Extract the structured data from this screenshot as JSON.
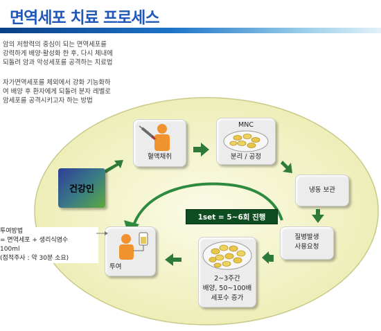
{
  "title": "면역세포 치료 프로세스",
  "description": {
    "paragraph1": [
      "암의 저항력의 중심이 되는 면역세포를",
      "강력하게 배양·활성화 한 후, 다시 체내에",
      "되돌려 암과 악성세포를 공격하는 치료법"
    ],
    "paragraph2": [
      "자가면역세포를 체외에서 강화 기능화하",
      "여 배양 후 환자에게 되돌려 분자 레벨로",
      "암세포를 공격시키고자 하는 방법"
    ]
  },
  "steps": {
    "healthy": "건강인",
    "blood": "혈액채취",
    "mnc_top": "MNC",
    "mnc_bottom": "분리 / 공정",
    "frozen": "냉동 보관",
    "disease": [
      "질병발생",
      "사용요청"
    ],
    "culture": [
      "2~3주간",
      "배양, 50~100배",
      "세포수 증가"
    ],
    "admin": "투여"
  },
  "set_badge": "1set = 5~6회 진행",
  "admin_note": [
    "투여방법",
    "= 면역세포 + 생리식염수",
    "100ml",
    "(점적주사 : 약 30분 소요)"
  ],
  "colors": {
    "title": "#1f58b8",
    "ellipse": "#f4f3cf",
    "arrow_green": "#2e7a3a",
    "person": "#f0922e",
    "badge": "#0e4d1f"
  },
  "icons": {
    "blood": "person-with-syringe-icon",
    "mnc": "petri-dish-icon",
    "culture": "culture-dish-icon",
    "admin": "person-with-iv-drip-icon"
  }
}
